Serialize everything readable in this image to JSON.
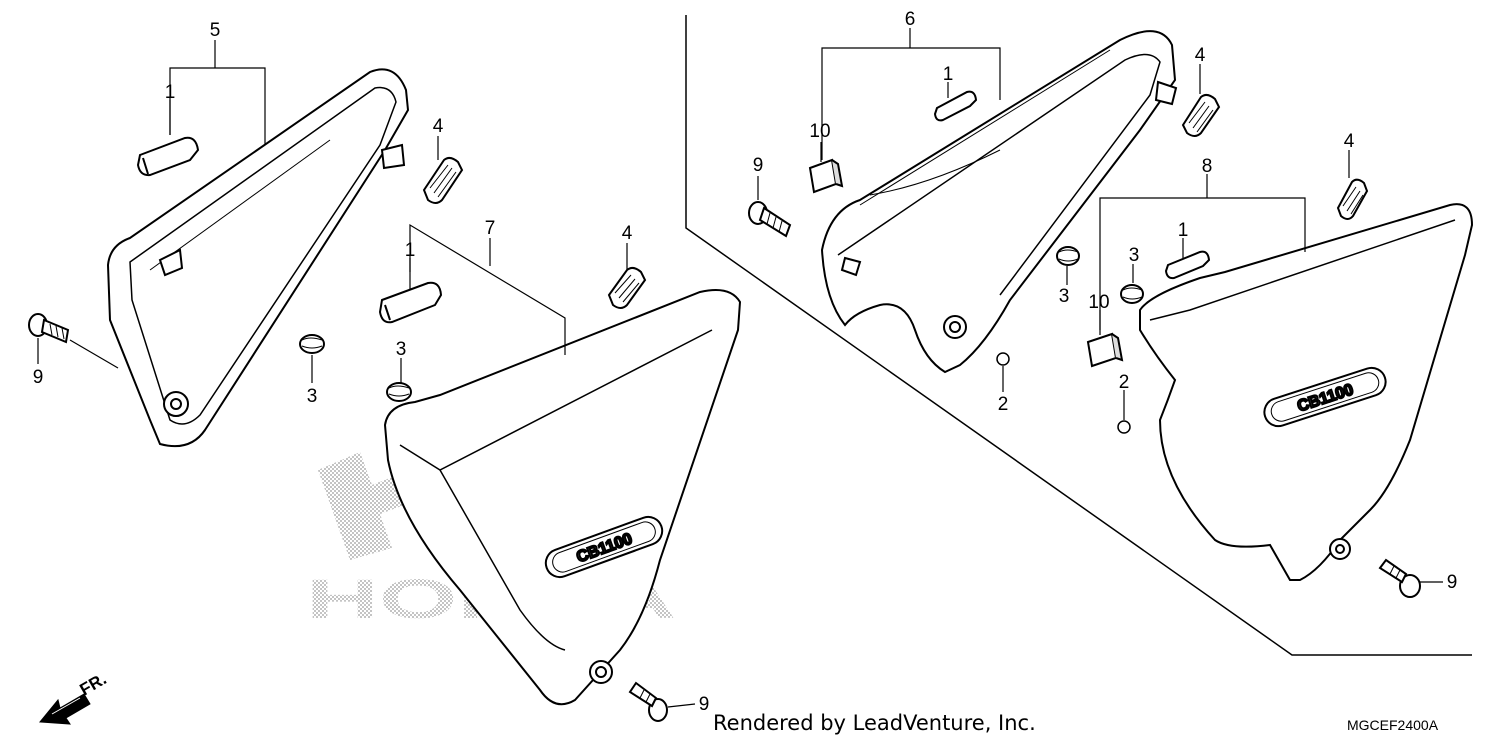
{
  "diagram": {
    "callouts": {
      "left_cover_assy": "5",
      "right_cover_assy_front": "7",
      "right_cover_assy_top": "6",
      "right_cover_assy_rear": "8",
      "grommet_a": "1",
      "grommet_b": "1",
      "grommet_c": "1",
      "grommet_d": "1",
      "collar_a": "3",
      "collar_b": "3",
      "collar_c": "3",
      "collar_d": "3",
      "rubber_a": "4",
      "rubber_b": "4",
      "rubber_c": "4",
      "rubber_d": "4",
      "bolt_a": "9",
      "bolt_b": "9",
      "bolt_c": "9",
      "bolt_d": "9",
      "pad_a": "10",
      "pad_b": "10",
      "nut_a": "2",
      "nut_b": "2"
    },
    "emblem_text": "CB1100",
    "watermark_text": "HONDA",
    "direction_label": "FR.",
    "credit": "Rendered by LeadVenture, Inc.",
    "drawing_code": "MGCEF2400A"
  }
}
